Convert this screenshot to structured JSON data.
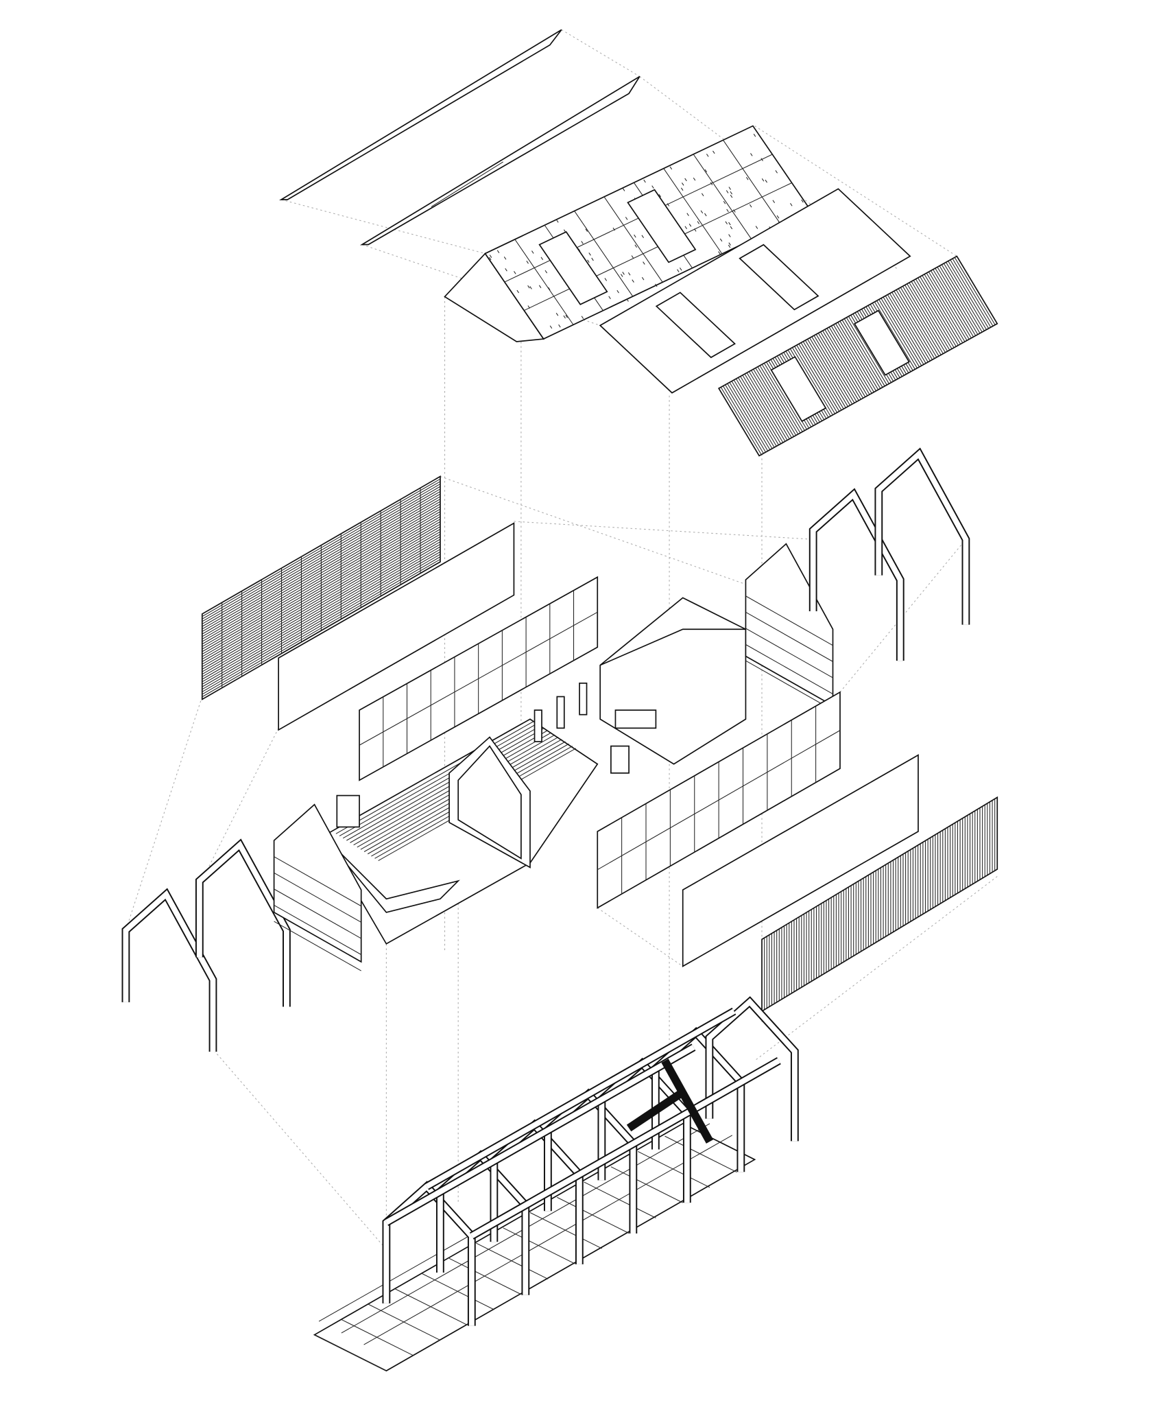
{
  "colors": {
    "line": "#111111",
    "background": "#ffffff",
    "projection_lines": "#aaaaaa"
  },
  "components": [
    "ridge-cap",
    "ridge-flashing",
    "roof-panel-with-skylights",
    "roof-membrane",
    "corrugated-roof",
    "left-slat-cladding",
    "left-sheathing",
    "left-wall-panel",
    "right-gable-frames",
    "interior-module",
    "right-wall-panel",
    "right-sheathing",
    "right-slat-cladding",
    "left-gable-frames",
    "timber-frame-chassis"
  ]
}
